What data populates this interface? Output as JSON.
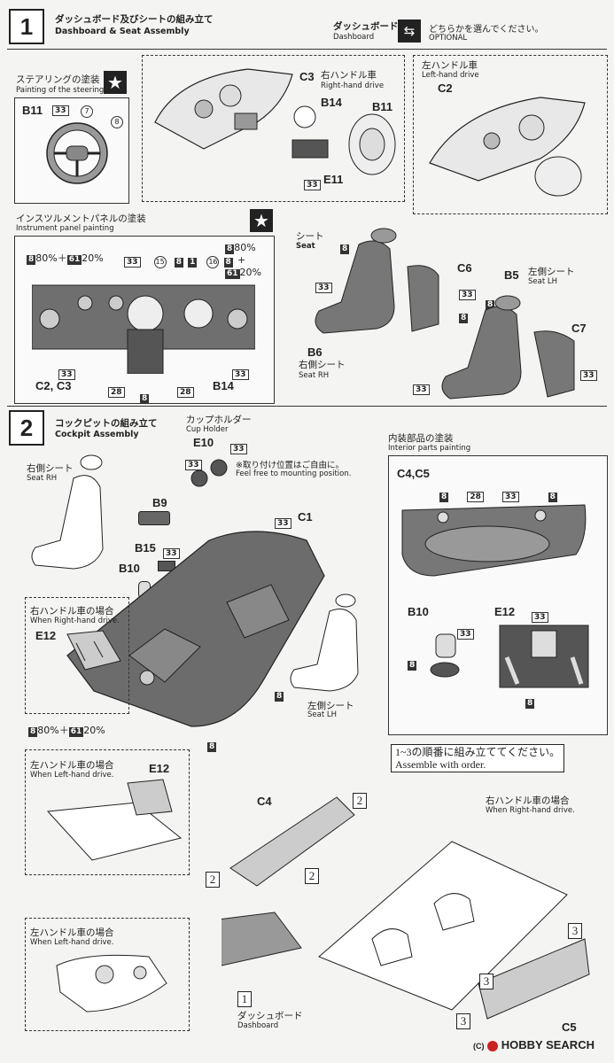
{
  "step1": {
    "number": "1",
    "title_jp": "ダッシュボード及びシートの組み立て",
    "title_en": "Dashboard & Seat Assembly",
    "optional_jp": "ダッシュボード",
    "optional_en": "Dashboard",
    "choose_jp": "どちらかを選んでください。",
    "choose_en": "OPTIONAL",
    "steering_jp": "ステアリングの塗装",
    "steering_en": "Painting of the steering",
    "b11": "B11",
    "n33": "33",
    "c7n": "7",
    "c8n": "8",
    "rh_jp": "右ハンドル車",
    "rh_en": "Right-hand drive",
    "lh_jp": "左ハンドル車",
    "lh_en": "Left-hand drive",
    "c3": "C3",
    "c2": "C2",
    "b14": "B14",
    "e11": "E11",
    "instrument_jp": "インスツルメントパネルの塗装",
    "instrument_en": "Instrument panel painting",
    "mix1": "80%＋",
    "mix1b": "20%",
    "mix_n8": "8",
    "mix_n61": "61",
    "n15": "15",
    "n16": "16",
    "n1": "1",
    "n28": "28",
    "c2c3": "C2, C3",
    "seat_jp": "シート",
    "seat_en": "Seat",
    "c6": "C6",
    "c7": "C7",
    "b5": "B5",
    "b6": "B6",
    "seat_lh_jp": "左側シート",
    "seat_lh_en": "Seat LH",
    "seat_rh_jp": "右側シート",
    "seat_rh_en": "Seat RH",
    "mix_plus": "+",
    "mix_80": "80%",
    "mix_20": "20%"
  },
  "step2": {
    "number": "2",
    "title_jp": "コックピットの組み立て",
    "title_en": "Cockpit Assembly",
    "cup_jp": "カップホルダー",
    "cup_en": "Cup Holder",
    "e10": "E10",
    "note_jp": "※取り付け位置はご自由に。",
    "note_en": "Feel free to mounting position.",
    "interior_jp": "内装部品の塗装",
    "interior_en": "Interior parts painting",
    "c4c5": "C4,C5",
    "b9": "B9",
    "b15": "B15",
    "b10": "B10",
    "c1": "C1",
    "e12": "E12",
    "rh_case_jp": "右ハンドル車の場合",
    "rh_case_en": "When Right-hand drive.",
    "lh_case_jp": "左ハンドル車の場合",
    "lh_case_en": "When Left-hand drive.",
    "mix": "80%＋",
    "mix_b": "20%",
    "order_jp": "1~3の順番に組み立ててください。",
    "order_en": "Assemble with order.",
    "c4": "C4",
    "c5": "C5",
    "n2": "2",
    "n3": "3",
    "n1": "1",
    "dash_jp": "ダッシュボード",
    "dash_en": "Dashboard",
    "watermark": "HOBBY SEARCH",
    "copyright": "(C)"
  }
}
